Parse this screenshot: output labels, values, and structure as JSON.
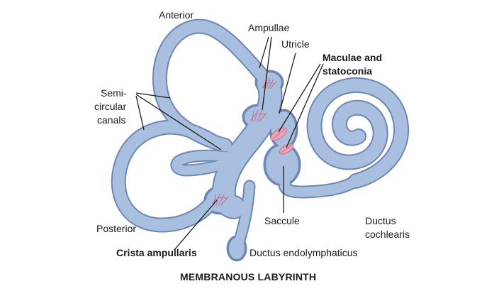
{
  "labels": {
    "anterior": "Anterior",
    "ampullae": "Ampullae",
    "utricle": "Utricle",
    "maculae_line1": "Maculae and",
    "maculae_line2": "statoconia",
    "semi_line1": "Semi-",
    "semi_line2": "circular",
    "semi_line3": "canals",
    "posterior": "Posterior",
    "saccule": "Saccule",
    "ductus_cochlearis_line1": "Ductus",
    "ductus_cochlearis_line2": "cochlearis",
    "crista_ampullaris": "Crista ampullaris",
    "ductus_endolymphaticus": "Ductus endolymphaticus"
  },
  "caption": "MEMBRANOUS LABYRINTH",
  "colors": {
    "membrane_fill": "#a9bfe0",
    "membrane_edge": "#6d86b3",
    "sensory": "#c96a86",
    "sensory_fill": "#e7a7b9",
    "text": "#1a1a1a"
  }
}
